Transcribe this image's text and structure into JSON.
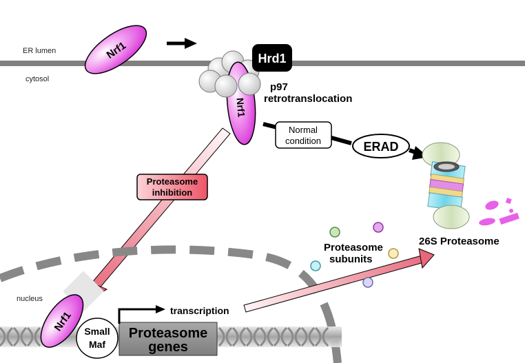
{
  "labels": {
    "er_lumen": "ER lumen",
    "cytosol": "cytosol",
    "nucleus": "nucleus",
    "hrd1": "Hrd1",
    "p97": "p97",
    "retrotranslocation": "retrotranslocation",
    "normal_line1": "Normal",
    "normal_line2": "condition",
    "erad": "ERAD",
    "proteasome_26s": "26S Proteasome",
    "proteasome_inhibition_line1": "Proteasome",
    "proteasome_inhibition_line2": "inhibition",
    "proteasome_subunits_line1": "Proteasome",
    "proteasome_subunits_line2": "subunits",
    "transcription": "transcription",
    "small_maf_line1": "Small",
    "small_maf_line2": "Maf",
    "proteasome_genes_line1": "Proteasome",
    "proteasome_genes_line2": "genes",
    "nrf1_lumen": "Nrf1",
    "nrf1_membrane": "Nrf1",
    "nrf1_nucleus": "Nrf1"
  },
  "colors": {
    "membrane": "#808080",
    "nrf1_pink": "#e040e0",
    "hrd1_box": "#000000",
    "inhibition_fill": "#f06070",
    "inhibition_arrow": "#e86a7a",
    "genes_box": "#909090",
    "subunit_green": "#7abf6a",
    "subunit_purple": "#d070e0",
    "subunit_yellow": "#f0d070",
    "subunit_cyan": "#70d8e8",
    "subunit_lavender": "#a8a8e8"
  }
}
